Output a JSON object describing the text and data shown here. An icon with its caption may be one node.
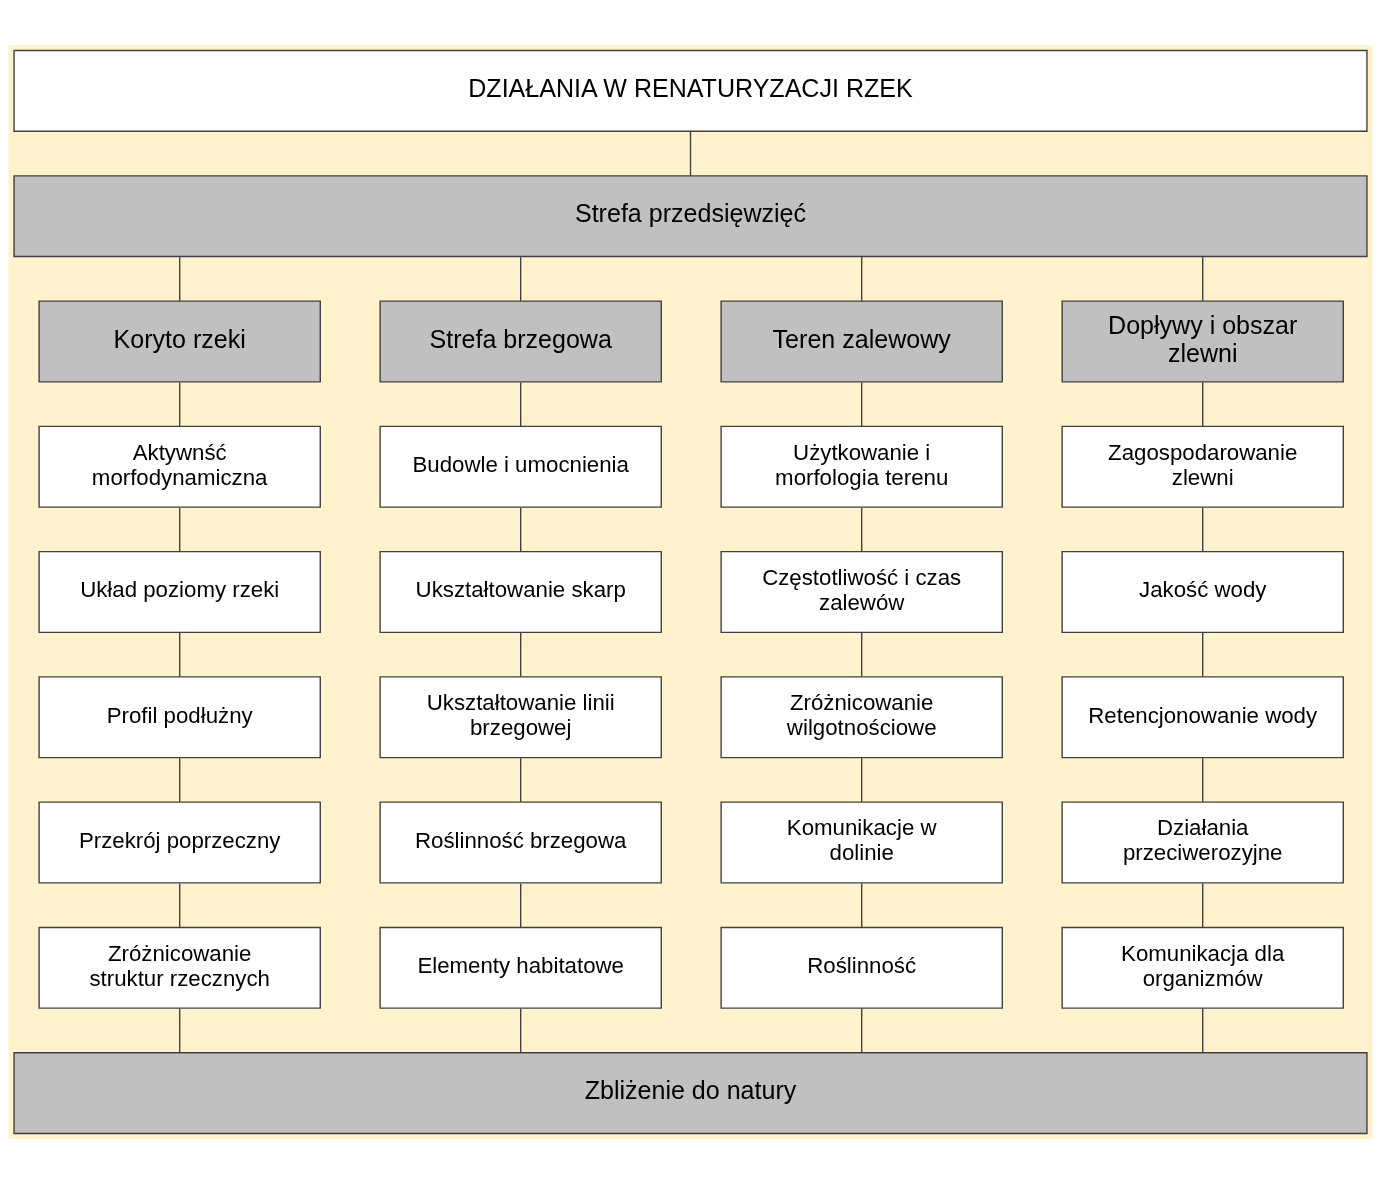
{
  "diagram": {
    "nodes": [
      {
        "text": [
          "DZIAŁANIA W RENATURYZACJI RZEK"
        ]
      },
      {
        "text": [
          "Strefa przedsięwzięć"
        ]
      },
      {
        "text": [
          "Koryto rzeki"
        ]
      },
      {
        "text": [
          "Strefa brzegowa"
        ]
      },
      {
        "text": [
          "Teren zalewowy"
        ]
      },
      {
        "text": [
          "Dopływy i obszar zlewni"
        ]
      },
      {
        "text": [
          "Aktywnść morfodynamiczna"
        ]
      },
      {
        "text": [
          "Budowle i umocnienia"
        ]
      },
      {
        "text": [
          "Użytkowanie i morfologia terenu"
        ]
      },
      {
        "text": [
          "Zagospodarowanie zlewni"
        ]
      },
      {
        "text": [
          "Układ poziomy rzeki"
        ]
      },
      {
        "text": [
          "Ukształtowanie skarp"
        ]
      },
      {
        "text": [
          "Częstotliwość i czas zalewów"
        ]
      },
      {
        "text": [
          "Jakość wody"
        ]
      },
      {
        "text": [
          "Profil podłużny"
        ]
      },
      {
        "text": [
          "Ukształtowanie linii brzegowej"
        ]
      },
      {
        "text": [
          "Zróżnicowanie wilgotnościowe"
        ]
      },
      {
        "text": [
          "Retencjonowanie wody"
        ]
      },
      {
        "text": [
          "Przekrój poprzeczny"
        ]
      },
      {
        "text": [
          "Roślinność brzegowa"
        ]
      },
      {
        "text": [
          "Komunikacje w dolinie"
        ]
      },
      {
        "text": [
          "Działania przeciwerozyjne"
        ]
      },
      {
        "text": [
          "Zróżnicowanie struktur rzecznych"
        ]
      },
      {
        "text": [
          "Elementy habitatowe"
        ]
      },
      {
        "text": [
          "Roślinność"
        ]
      },
      {
        "text": [
          "Komunikacja dla organizmów"
        ]
      },
      {
        "text": [
          "Zbliżenie do natury"
        ]
      }
    ],
    "edges": [
      {
        "from": 0,
        "to": 1,
        "arrow": "none"
      },
      {
        "from": 1,
        "to": 2,
        "arrow": "none"
      },
      {
        "from": 1,
        "to": 3,
        "arrow": "none"
      },
      {
        "from": 1,
        "to": 4,
        "arrow": "none"
      },
      {
        "from": 1,
        "to": 5,
        "arrow": "none"
      },
      {
        "from": 2,
        "to": 6,
        "arrow": "none"
      },
      {
        "from": 6,
        "to": 10,
        "arrow": "none"
      },
      {
        "from": 10,
        "to": 14,
        "arrow": "none"
      },
      {
        "from": 14,
        "to": 18,
        "arrow": "none"
      },
      {
        "from": 18,
        "to": 22,
        "arrow": "none"
      },
      {
        "from": 22,
        "to": 26,
        "arrow": "none"
      },
      {
        "from": 3,
        "to": 7,
        "arrow": "none"
      },
      {
        "from": 7,
        "to": 11,
        "arrow": "none"
      },
      {
        "from": 11,
        "to": 15,
        "arrow": "none"
      },
      {
        "from": 15,
        "to": 19,
        "arrow": "none"
      },
      {
        "from": 19,
        "to": 23,
        "arrow": "none"
      },
      {
        "from": 23,
        "to": 26,
        "arrow": "none"
      },
      {
        "from": 4,
        "to": 8,
        "arrow": "none"
      },
      {
        "from": 8,
        "to": 12,
        "arrow": "none"
      },
      {
        "from": 12,
        "to": 16,
        "arrow": "none"
      },
      {
        "from": 16,
        "to": 20,
        "arrow": "none"
      },
      {
        "from": 20,
        "to": 24,
        "arrow": "none"
      },
      {
        "from": 24,
        "to": 26,
        "arrow": "none"
      },
      {
        "from": 5,
        "to": 9,
        "arrow": "none"
      },
      {
        "from": 9,
        "to": 13,
        "arrow": "none"
      },
      {
        "from": 13,
        "to": 17,
        "arrow": "none"
      },
      {
        "from": 17,
        "to": 21,
        "arrow": "none"
      },
      {
        "from": 21,
        "to": 25,
        "arrow": "none"
      },
      {
        "from": 25,
        "to": 26,
        "arrow": "none"
      }
    ]
  }
}
